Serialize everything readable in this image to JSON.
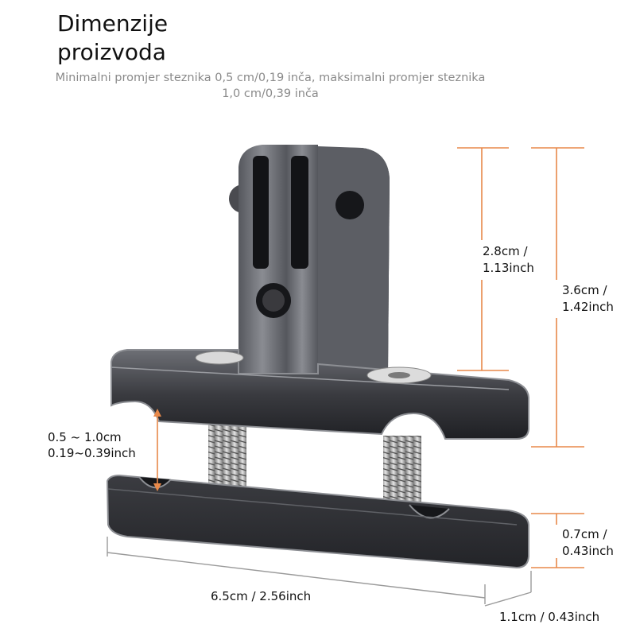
{
  "header": {
    "title": "Dimenzije proizvoda",
    "subtitle": "Minimalni promjer steznika 0,5 cm/0,19 inča, maksimalni promjer steznika 1,0 cm/0,39 inča"
  },
  "dimensions": {
    "mount_height": "2.8cm / 1.13inch",
    "total_height": "3.6cm / 1.42inch",
    "clamp_range_cm": "0.5 ~ 1.0cm",
    "clamp_range_in": "0.19~0.39inch",
    "bar_height": "0.7cm / 0.43inch",
    "length": "6.5cm / 2.56inch",
    "width": "1.1cm / 0.43inch"
  },
  "colors": {
    "dimension_line": "#e8894a",
    "gray_line": "#9a9a9a",
    "metal_dark": "#2e2f33",
    "metal_edge": "#8c8e93"
  }
}
